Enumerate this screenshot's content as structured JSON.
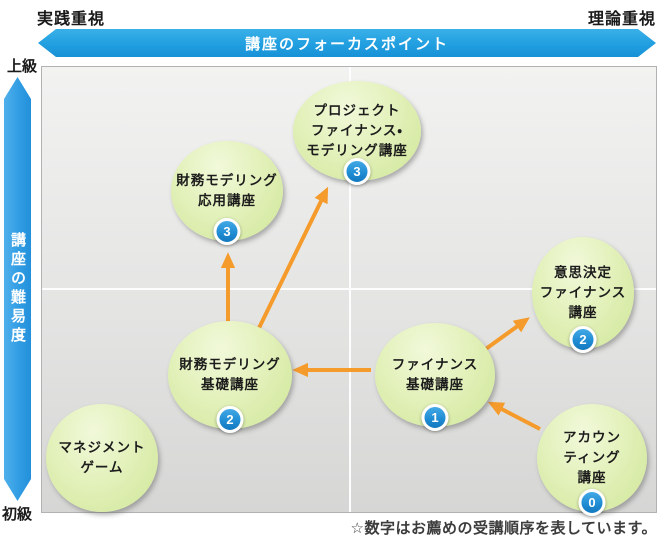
{
  "header": {
    "practice_label": "実践重視",
    "theory_label": "理論重視",
    "banner_title": "講座のフォーカスポイント"
  },
  "difficulty_axis": {
    "title": "講座の難易度",
    "top_label": "上級",
    "bottom_label": "初級"
  },
  "footnote": "☆数字はお薦めの受講順序を表しています。",
  "colors": {
    "banner_blue": "#219FE0",
    "axis_blue": "#2E9BE2",
    "bubble_green": "#CFE697",
    "bubble_green_light": "#F1F9DA",
    "arrow_orange": "#F59B2B",
    "badge_blue": "#1D8BD2",
    "plot_gray": "#E4E4E3",
    "gridline_white": "#FDFDFD"
  },
  "courses": [
    {
      "id": "project-finance-modeling",
      "lines": [
        "プロジェクト",
        "ファイナンス・",
        "モデリング講座"
      ],
      "order": "3"
    },
    {
      "id": "financial-modeling-advanced",
      "lines": [
        "財務モデリング",
        "応用講座"
      ],
      "order": "3"
    },
    {
      "id": "financial-modeling-basic",
      "lines": [
        "財務モデリング",
        "基礎講座"
      ],
      "order": "2"
    },
    {
      "id": "finance-basic",
      "lines": [
        "ファイナンス",
        "基礎講座"
      ],
      "order": "1"
    },
    {
      "id": "decision-finance",
      "lines": [
        "意思決定",
        "ファイナンス",
        "講座"
      ],
      "order": "2"
    },
    {
      "id": "accounting",
      "lines": [
        "アカウン",
        "ティング",
        "講座"
      ],
      "order": "0"
    },
    {
      "id": "management-game",
      "lines": [
        "マネジメント",
        "ゲーム"
      ],
      "order": null
    }
  ],
  "order_arrows": [
    {
      "from": "financial-modeling-basic",
      "to": "financial-modeling-advanced"
    },
    {
      "from": "financial-modeling-basic",
      "to": "project-finance-modeling"
    },
    {
      "from": "finance-basic",
      "to": "financial-modeling-basic"
    },
    {
      "from": "finance-basic",
      "to": "decision-finance"
    },
    {
      "from": "accounting",
      "to": "finance-basic"
    }
  ]
}
